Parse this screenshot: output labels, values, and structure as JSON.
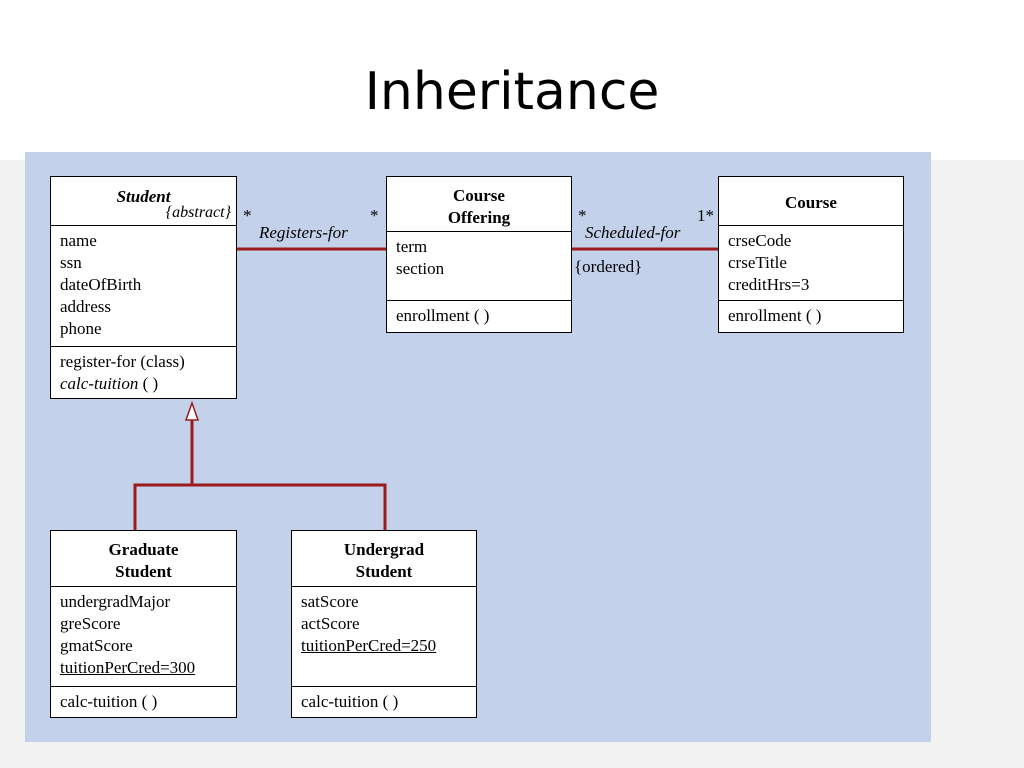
{
  "slide": {
    "title": "Inheritance"
  },
  "classes": {
    "student": {
      "name": "Student",
      "stereotype": "{abstract}",
      "attributes": [
        "name",
        "ssn",
        "dateOfBirth",
        "address",
        "phone"
      ],
      "operations": [
        "register-for (class)",
        "calc-tuition",
        "( )"
      ]
    },
    "course_offering": {
      "name_line1": "Course",
      "name_line2": "Offering",
      "attributes": [
        "term",
        "section"
      ],
      "operations": [
        "enrollment ( )"
      ]
    },
    "course": {
      "name": "Course",
      "attributes": [
        "crseCode",
        "crseTitle",
        "creditHrs=3"
      ],
      "operations": [
        "enrollment ( )"
      ]
    },
    "graduate_student": {
      "name_line1": "Graduate",
      "name_line2": "Student",
      "attributes": [
        "undergradMajor",
        "greScore",
        "gmatScore",
        "tuitionPerCred=300"
      ],
      "operations": [
        "calc-tuition ( )"
      ]
    },
    "undergrad_student": {
      "name_line1": "Undergrad",
      "name_line2": "Student",
      "attributes": [
        "satScore",
        "actScore",
        "tuitionPerCred=250"
      ],
      "operations": [
        "calc-tuition ( )"
      ]
    }
  },
  "associations": {
    "registers_for": {
      "label": "Registers-for",
      "mult_left": "*",
      "mult_right": "*"
    },
    "scheduled_for": {
      "label": "Scheduled-for",
      "mult_left": "*",
      "mult_right": "1*",
      "constraint": "{ordered}"
    }
  },
  "colors": {
    "panel": "#c3d1ea",
    "connector": "#9b1b1b"
  }
}
